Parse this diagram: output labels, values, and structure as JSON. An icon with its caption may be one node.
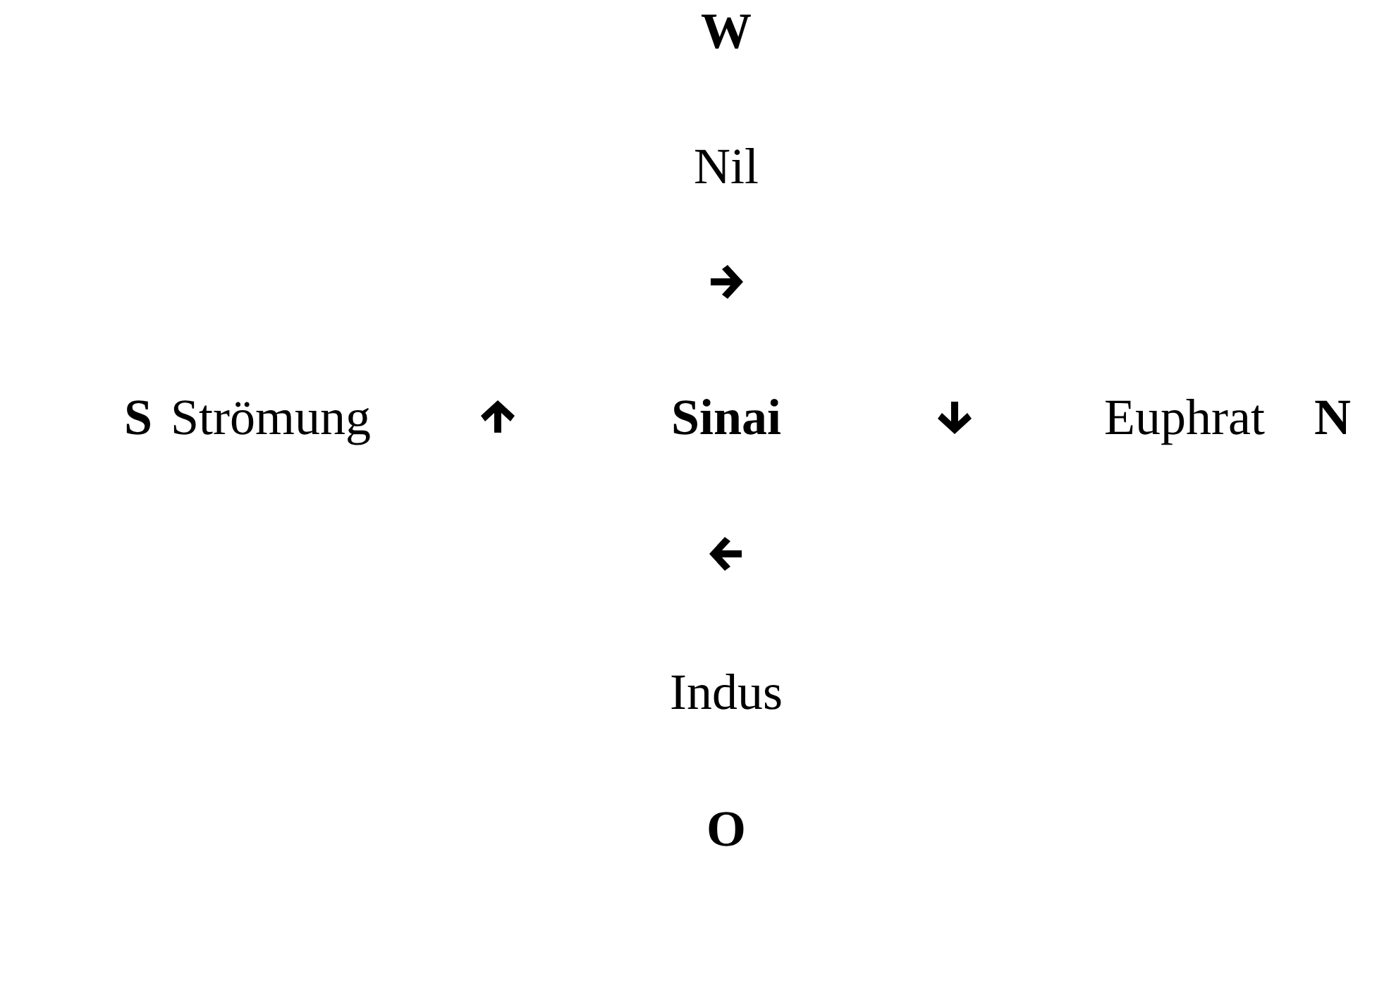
{
  "diagram": {
    "labels": [
      "W",
      "Nil",
      "S",
      "Strömung",
      "Sinai",
      "Euphrat",
      "N",
      "Indus",
      "O"
    ]
  }
}
